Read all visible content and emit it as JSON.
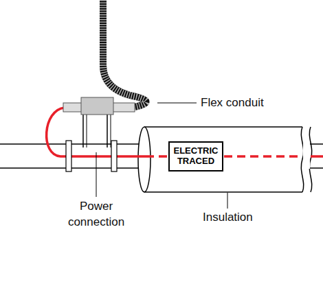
{
  "diagram": {
    "nodes": [
      {
        "text": [
          "ELECTRIC TRACED"
        ]
      }
    ],
    "labels": [
      "Flex conduit",
      "Power connection",
      "Insulation"
    ]
  }
}
